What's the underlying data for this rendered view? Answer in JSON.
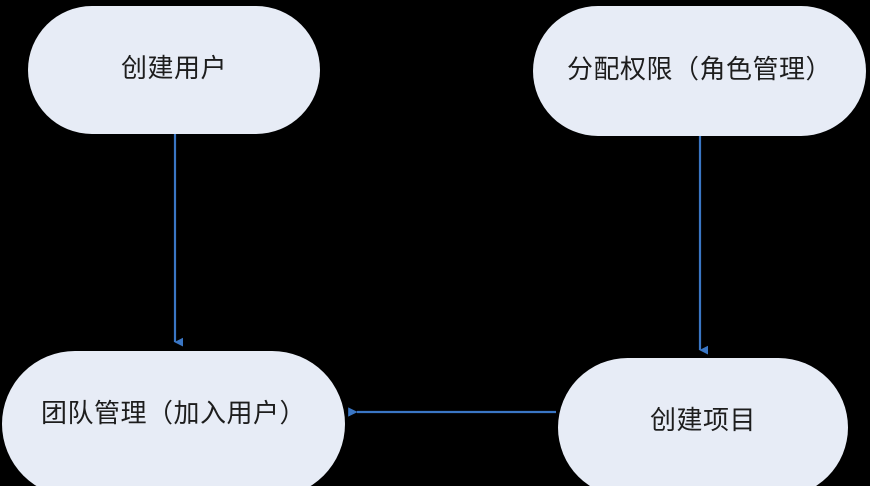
{
  "diagram": {
    "type": "flowchart",
    "background_color": "#000000",
    "node_fill_color": "#e7ecf6",
    "node_text_color": "#1d1d1d",
    "edge_color": "#3a76c4",
    "nodes": [
      {
        "id": "create-user",
        "label": "创建用户"
      },
      {
        "id": "assign-perm",
        "label": "分配权限（角色管理）"
      },
      {
        "id": "team-manage",
        "label": "团队管理（加入用户）"
      },
      {
        "id": "create-project",
        "label": "创建项目"
      }
    ],
    "edges": [
      {
        "from": "create-user",
        "to": "team-manage",
        "direction": "down",
        "label": ""
      },
      {
        "from": "assign-perm",
        "to": "create-project",
        "direction": "down",
        "label": ""
      },
      {
        "from": "create-project",
        "to": "team-manage",
        "direction": "left",
        "label": ""
      }
    ]
  }
}
